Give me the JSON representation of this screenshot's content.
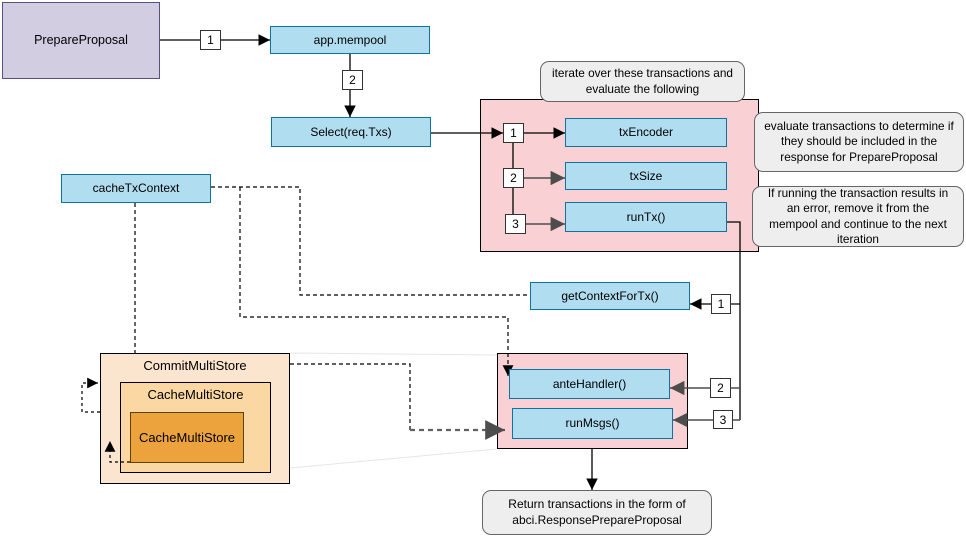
{
  "diagram": {
    "nodes": {
      "prepare_proposal": "PrepareProposal",
      "app_mempool": "app.mempool",
      "select_txs": "Select(req.Txs)",
      "tx_encoder": "txEncoder",
      "tx_size": "txSize",
      "run_tx": "runTx()",
      "cache_tx_context": "cacheTxContext",
      "get_context_for_tx": "getContextForTx()",
      "ante_handler": "anteHandler()",
      "run_msgs": "runMsgs()",
      "commit_multi_store": "CommitMultiStore",
      "cache_multi_store": "CacheMultiStore",
      "cache_multi_store_inner": "CacheMultiStore"
    },
    "steps": {
      "one": "1",
      "two": "2",
      "three": "3"
    },
    "callouts": {
      "iterate": "iterate over these transactions and evaluate the following",
      "evaluate": "evaluate transactions to determine if they should be included in the response for PrepareProposal",
      "on_error": "If running the transaction results in an error, remove it from the mempool and continue to the next iteration",
      "return": "Return transactions in the form of abci.ResponsePrepareProposal"
    },
    "colors": {
      "node_blue_fill": "#b1ddf0",
      "node_blue_stroke": "#10739e",
      "purple_fill": "#d2cde1",
      "purple_stroke": "#56517e",
      "pink_container_fill": "#f9d0d3",
      "store_outer_fill": "#fbe5ce",
      "store_mid_fill": "#fbd7a4",
      "store_inner_fill": "#eca33d",
      "callout_fill": "#eeeeee",
      "arrow": "#000000"
    }
  }
}
